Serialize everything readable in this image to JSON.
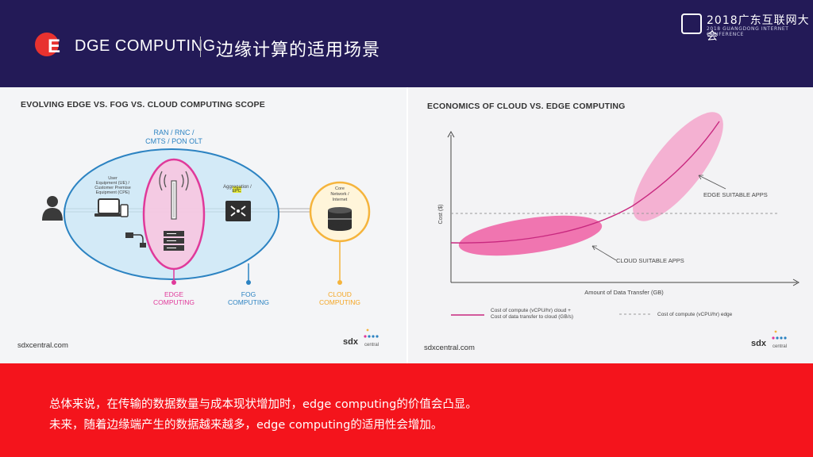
{
  "header": {
    "brand_initial": "E",
    "brand_rest": "DGE COMPUTING",
    "page_title": "边缘计算的适用场景",
    "conference_title": "2018广东互联网大会",
    "conference_subtitle": "2018 GUANGDONG INTERNET CONFERENCE"
  },
  "left_diagram": {
    "title": "EVOLVING EDGE VS. FOG VS. CLOUD COMPUTING SCOPE",
    "top_label_line1": "RAN / RNC /",
    "top_label_line2": "CMTS / PON OLT",
    "ue_label_line1": "User",
    "ue_label_line2": "Equipment (UE) /",
    "ue_label_line3": "Customer Premise",
    "ue_label_line4": "Equipment (CPE)",
    "aggregation_label": "Aggregation /",
    "epc_label": "EPC",
    "core_label_line1": "Core",
    "core_label_line2": "Network /",
    "core_label_line3": "Internet",
    "edge_line1": "EDGE",
    "edge_line2": "COMPUTING",
    "fog_line1": "FOG",
    "fog_line2": "COMPUTING",
    "cloud_line1": "CLOUD",
    "cloud_line2": "COMPUTING",
    "source": "sdxcentral.com",
    "logo_main": "sdx",
    "logo_sub": "central",
    "colors": {
      "edge": "#e0399a",
      "fog": "#2c83c2",
      "cloud": "#f5b43c",
      "epc": "#e3e835"
    }
  },
  "right_chart": {
    "title": "ECONOMICS OF CLOUD VS. EDGE COMPUTING",
    "ylabel": "Cost ($)",
    "xlabel": "Amount of Data Transfer (GB)",
    "edge_annotation": "EDGE SUITABLE APPS",
    "cloud_annotation": "CLOUD SUITABLE APPS",
    "legend_solid_line1": "Cost of compute (vCPU/hr) cloud +",
    "legend_solid_line2": "Cost of data transfer to cloud (GB/s)",
    "legend_dashed": "Cost of compute (vCPU/hr) edge",
    "source": "sdxcentral.com",
    "logo_main": "sdx",
    "logo_sub": "central"
  },
  "chart_data": {
    "type": "line",
    "title": "ECONOMICS OF CLOUD VS. EDGE COMPUTING",
    "xlabel": "Amount of Data Transfer (GB)",
    "ylabel": "Cost ($)",
    "series": [
      {
        "name": "Cost of compute (vCPU/hr) cloud + Cost of data transfer to cloud (GB/s)",
        "style": "solid",
        "color": "#e0399a"
      },
      {
        "name": "Cost of compute (vCPU/hr) edge",
        "style": "dashed",
        "color": "#999999"
      }
    ],
    "regions": [
      "CLOUD SUITABLE APPS",
      "EDGE SUITABLE APPS"
    ]
  },
  "summary": {
    "line1": "总体来说，在传输的数据数量与成本现状增加时，edge computing的价值会凸显。",
    "line2": "未来，随着边缘端产生的数据越来越多，edge computing的适用性会增加。"
  }
}
